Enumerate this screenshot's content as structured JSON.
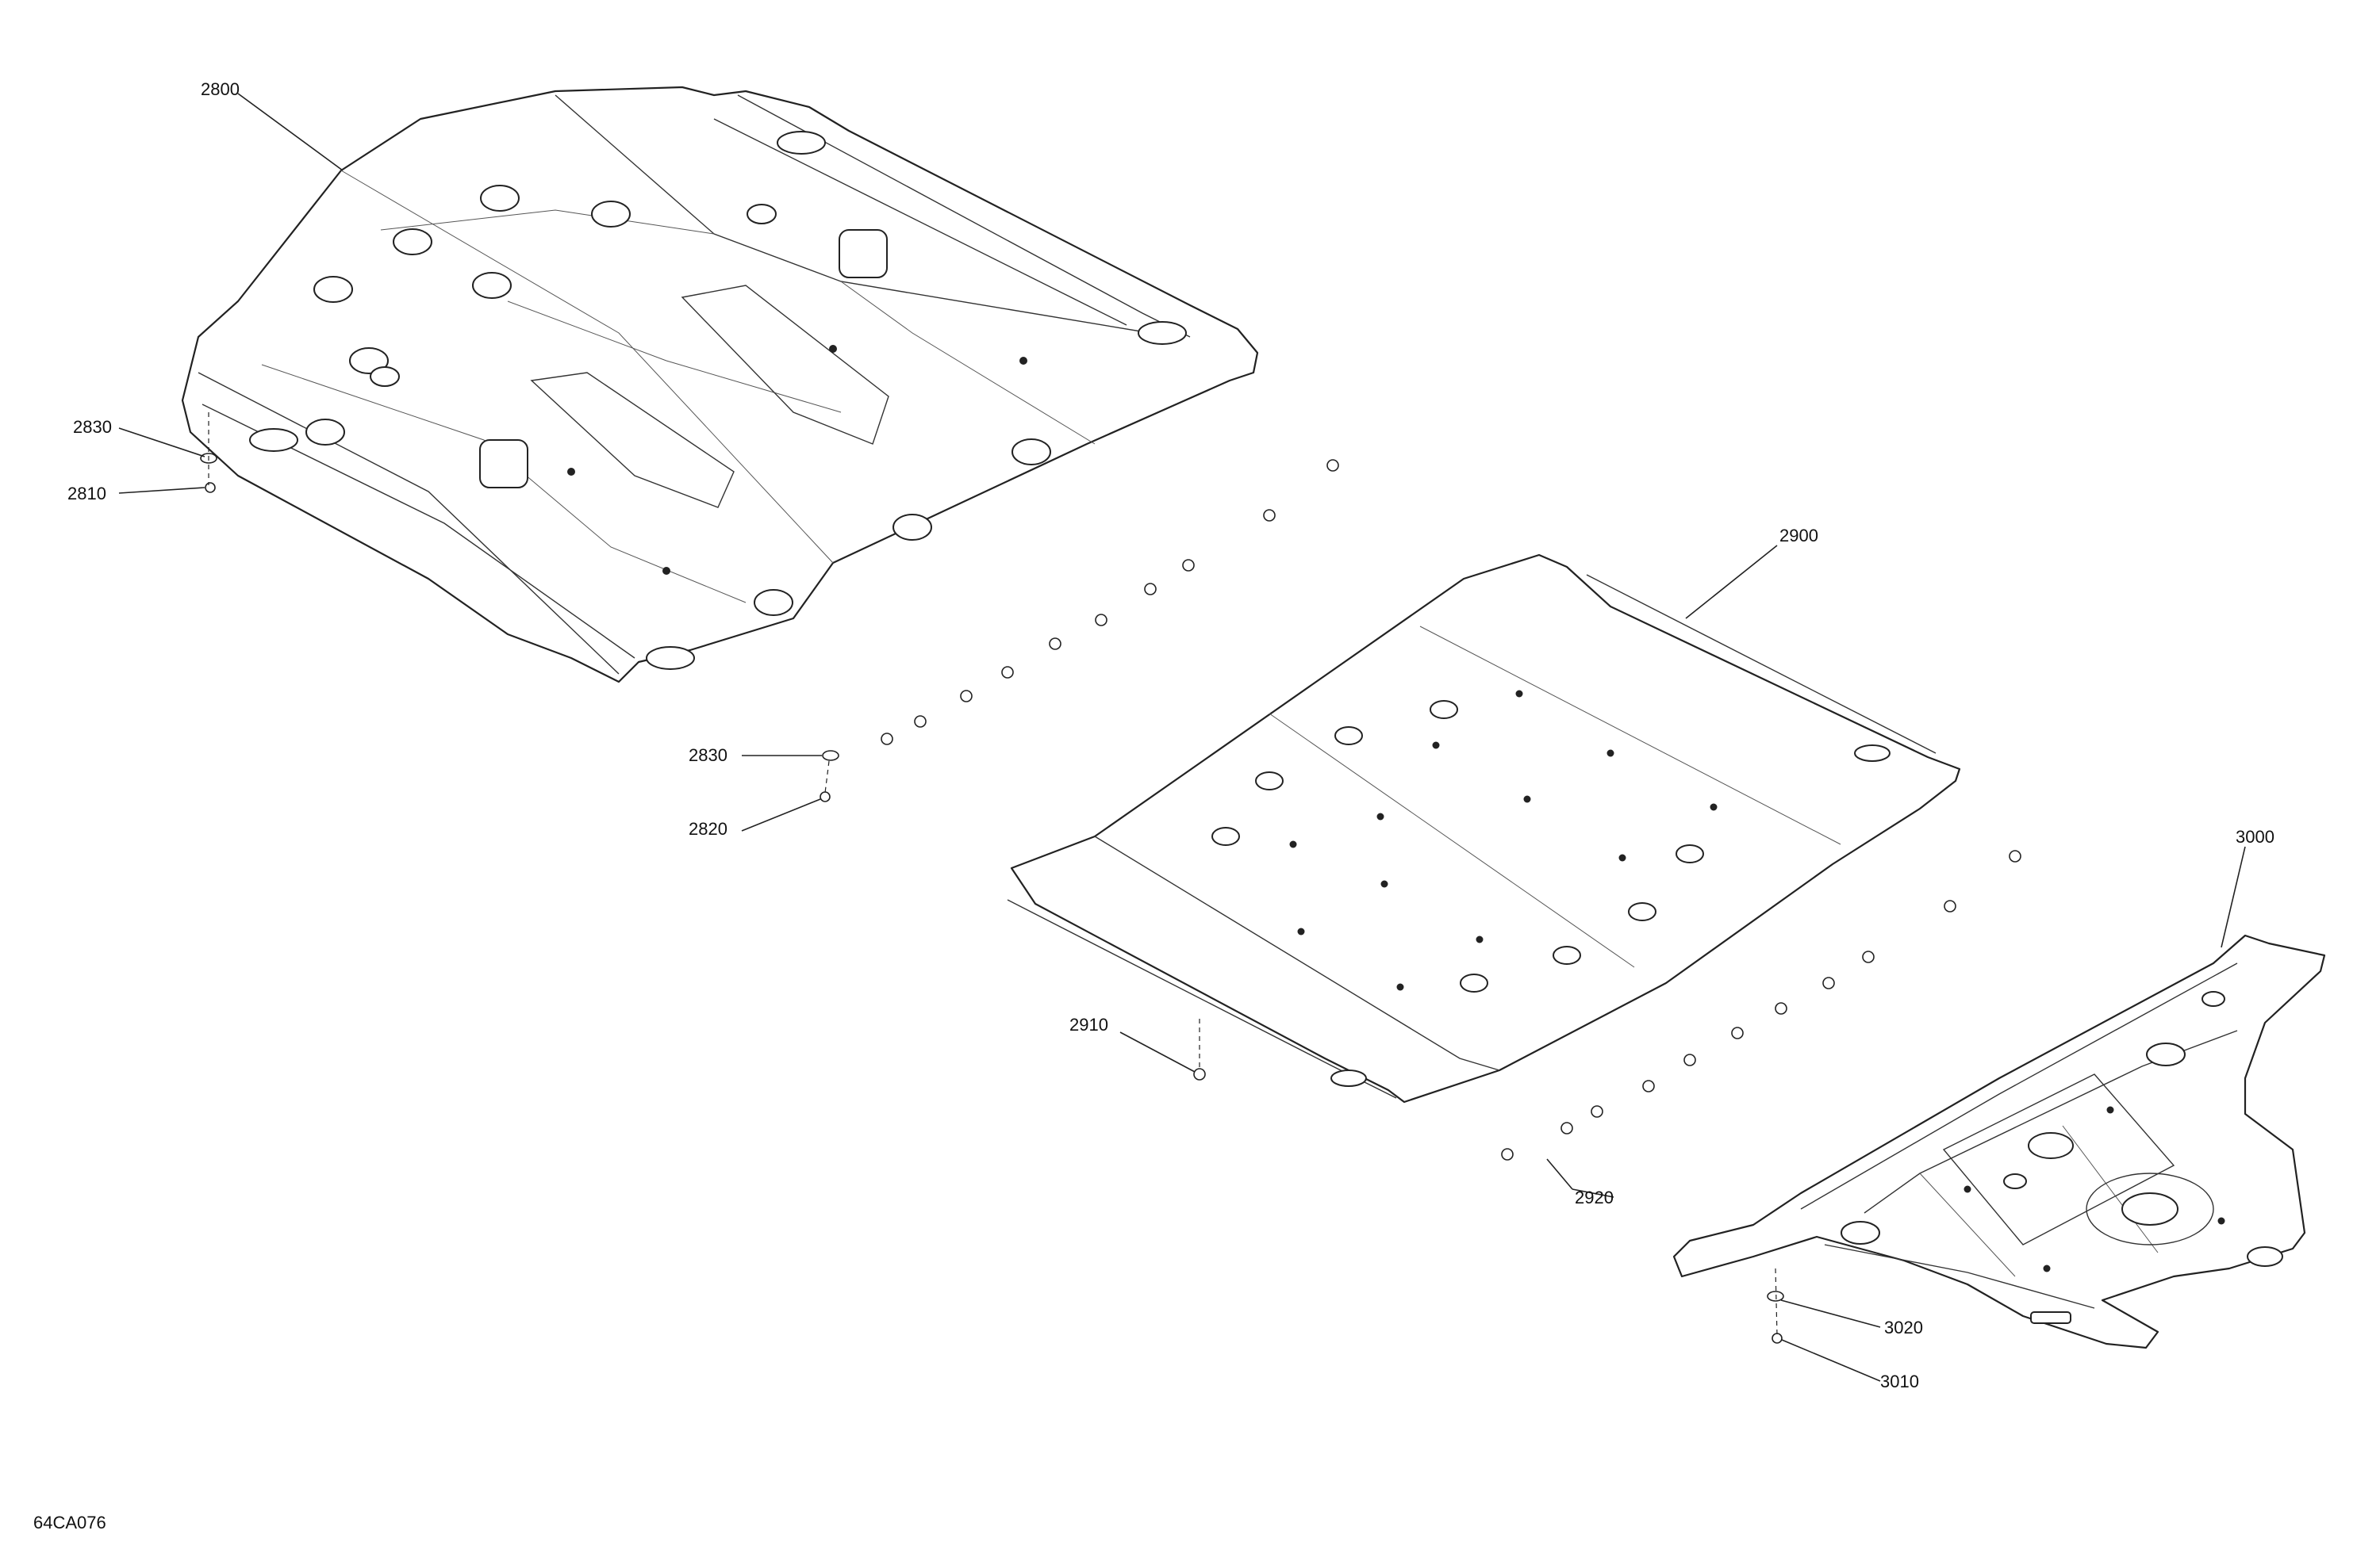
{
  "figure_id": "64CA076",
  "callouts": {
    "c2800": "2800",
    "c2830a": "2830",
    "c2810": "2810",
    "c2830b": "2830",
    "c2820": "2820",
    "c2900": "2900",
    "c2910": "2910",
    "c2920": "2920",
    "c3000": "3000",
    "c3020": "3020",
    "c3010": "3010"
  }
}
